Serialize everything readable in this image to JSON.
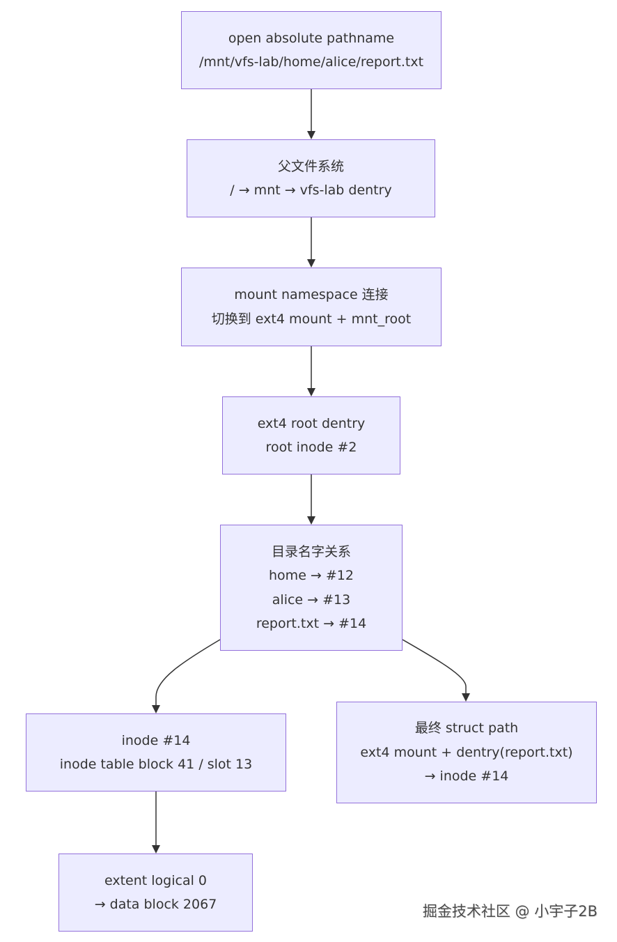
{
  "colors": {
    "node_fill": "#ececff",
    "node_border": "#9370db",
    "edge": "#333333",
    "text": "#333333"
  },
  "nodes": [
    {
      "id": "open",
      "lines": [
        "open absolute pathname",
        "/mnt/vfs-lab/home/alice/report.txt"
      ]
    },
    {
      "id": "parent_fs",
      "lines": [
        "父文件系统",
        "/ → mnt → vfs-lab dentry"
      ]
    },
    {
      "id": "mount_ns",
      "lines": [
        "mount namespace 连接",
        "切换到 ext4 mount + mnt_root"
      ]
    },
    {
      "id": "ext4_root",
      "lines": [
        "ext4 root dentry",
        "root inode #2"
      ]
    },
    {
      "id": "dir_names",
      "lines": [
        "目录名字关系",
        "home → #12",
        "alice → #13",
        "report.txt → #14"
      ]
    },
    {
      "id": "inode14",
      "lines": [
        "inode #14",
        "inode table block 41 / slot 13"
      ]
    },
    {
      "id": "final_path",
      "lines": [
        "最终 struct path",
        "ext4 mount + dentry(report.txt)",
        "→ inode #14"
      ]
    },
    {
      "id": "extent",
      "lines": [
        "extent logical 0",
        "→ data block 2067"
      ]
    }
  ],
  "edges": [
    {
      "from": "open",
      "to": "parent_fs"
    },
    {
      "from": "parent_fs",
      "to": "mount_ns"
    },
    {
      "from": "mount_ns",
      "to": "ext4_root"
    },
    {
      "from": "ext4_root",
      "to": "dir_names"
    },
    {
      "from": "dir_names",
      "to": "inode14"
    },
    {
      "from": "dir_names",
      "to": "final_path"
    },
    {
      "from": "inode14",
      "to": "extent"
    }
  ],
  "watermark": "掘金技术社区 @ 小宇子2B"
}
